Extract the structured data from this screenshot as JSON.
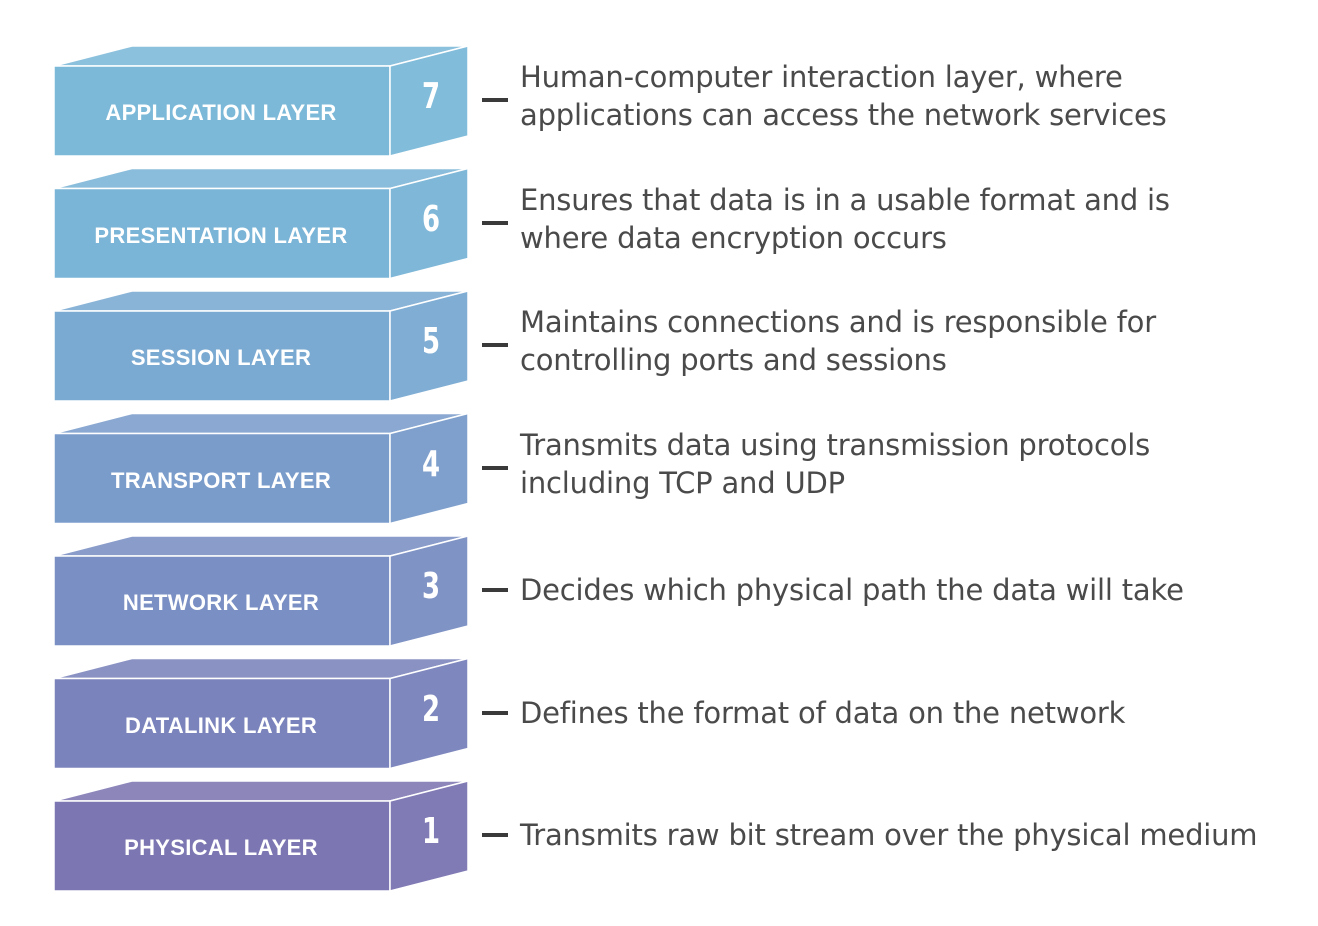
{
  "layers": [
    {
      "name": "APPLICATION LAYER",
      "number": "7",
      "color": "#7cb9d8",
      "description": [
        "Human-computer interaction layer, where",
        "applications can access the network services"
      ]
    },
    {
      "name": "PRESENTATION LAYER",
      "number": "6",
      "color": "#7ab4d6",
      "description": [
        "Ensures that data is in a usable format and is",
        "where data encryption occurs"
      ]
    },
    {
      "name": "SESSION LAYER",
      "number": "5",
      "color": "#7aaad2",
      "description": [
        "Maintains connections and is responsible for",
        "controlling ports and sessions"
      ]
    },
    {
      "name": "TRANSPORT LAYER",
      "number": "4",
      "color": "#7a9ccb",
      "description": [
        "Transmits data using transmission protocols",
        "including TCP and UDP"
      ]
    },
    {
      "name": "NETWORK LAYER",
      "number": "3",
      "color": "#7a8fc3",
      "description": [
        "Decides which physical path the data will take"
      ]
    },
    {
      "name": "DATALINK LAYER",
      "number": "2",
      "color": "#7a83bb",
      "description": [
        "Defines the format of data on the network"
      ]
    },
    {
      "name": "PHYSICAL LAYER",
      "number": "1",
      "color": "#7c76b2",
      "description": [
        "Transmits raw bit stream over the physical medium"
      ]
    }
  ]
}
